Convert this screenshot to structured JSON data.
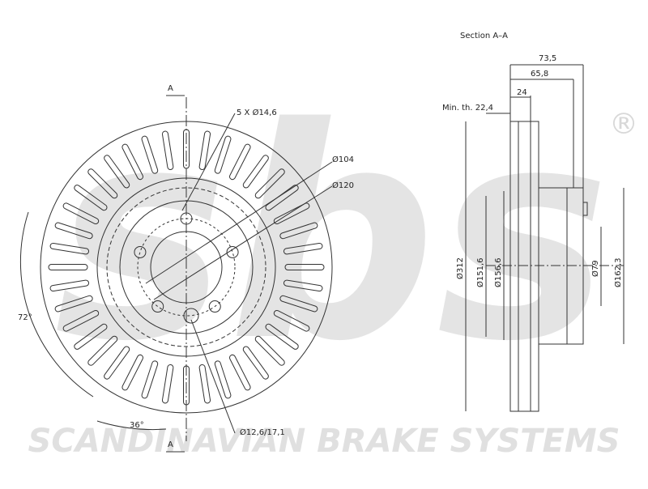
{
  "watermark": {
    "letters": "sbs",
    "registered": "®",
    "tagline": "SCANDINAVIAN BRAKE SYSTEMS",
    "color": "#e3e3e3"
  },
  "front_view": {
    "section_marker_top": "A",
    "section_marker_bottom": "A",
    "bolt_pattern": "5 X Ø14,6",
    "pcd_label": "Ø104",
    "center_label": "Ø120",
    "angle_72": "72°",
    "angle_36": "36°",
    "hole_label": "Ø12,6/17,1"
  },
  "section_view": {
    "title": "Section A–A",
    "dim_73_5": "73,5",
    "dim_65_8": "65,8",
    "dim_24": "24",
    "min_thickness": "Min. th. 22,4",
    "dia_312": "Ø312",
    "dia_151_6": "Ø151,6",
    "dia_156_6": "Ø156,6",
    "dia_79": "Ø79",
    "dia_162_3": "Ø162,3"
  },
  "colors": {
    "line": "#333333",
    "accent": "#000000"
  }
}
